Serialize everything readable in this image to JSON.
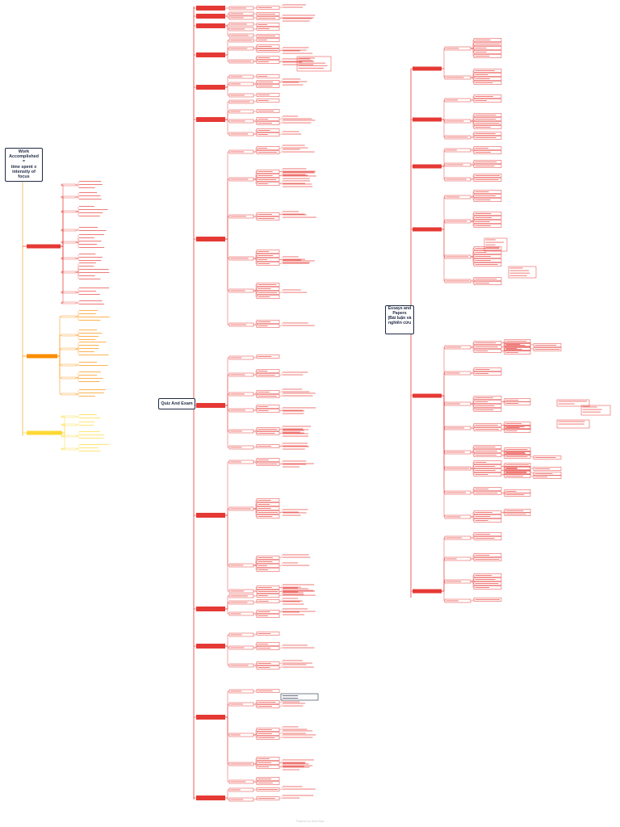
{
  "roots": {
    "work": {
      "line1": "Work",
      "line2": "Accomplished",
      "line3": "=",
      "line4": "time spent x",
      "line5": "intensity of focus"
    },
    "quiz": {
      "label": "Quiz And Exam"
    },
    "essay": {
      "line1": "Essays and",
      "line2": "Papers",
      "line3": "(Bài luận và",
      "line4": "nghiên cứu"
    }
  },
  "footer": {
    "label": "Powered by Mind Map"
  },
  "colors": {
    "red": "#e53935",
    "orange": "#fb8c00",
    "yellow": "#fdd835",
    "root_border": "#1f2a44",
    "text_line": "#e53935"
  }
}
